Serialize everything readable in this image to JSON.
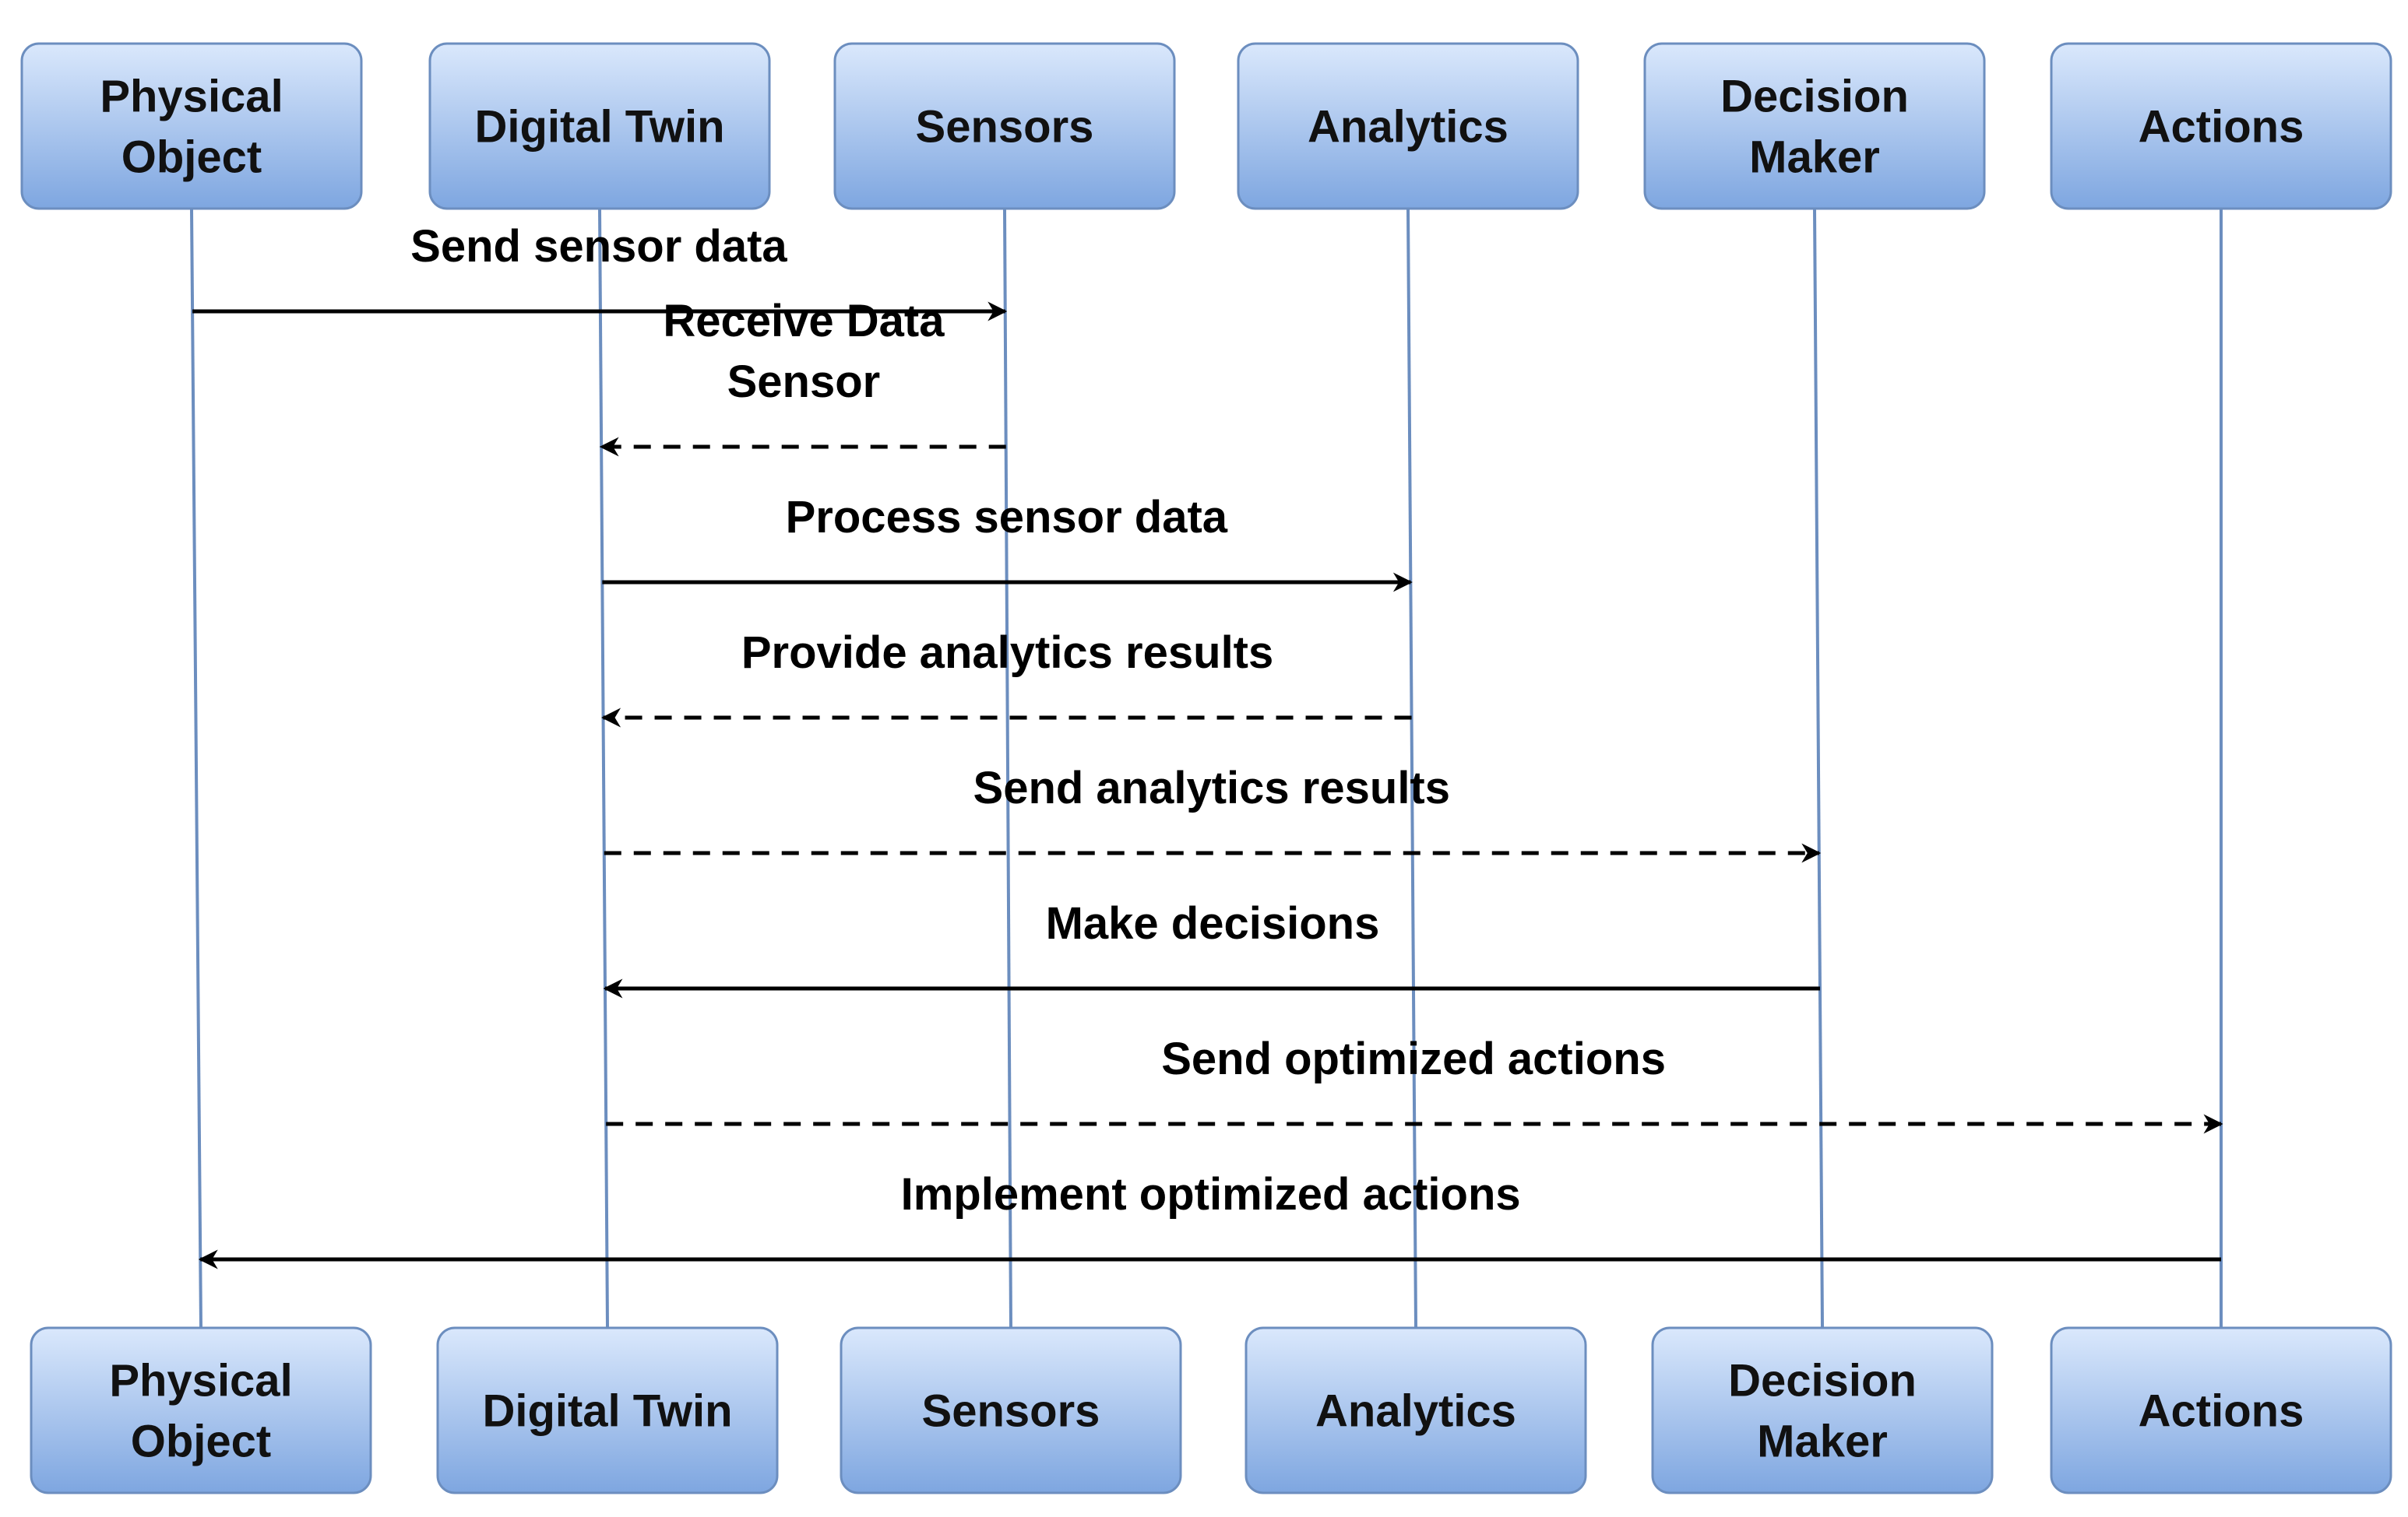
{
  "participants": [
    {
      "id": "physical-object",
      "lines": [
        "Physical",
        "Object"
      ]
    },
    {
      "id": "digital-twin",
      "lines": [
        "Digital Twin"
      ]
    },
    {
      "id": "sensors",
      "lines": [
        "Sensors"
      ]
    },
    {
      "id": "analytics",
      "lines": [
        "Analytics"
      ]
    },
    {
      "id": "decision-maker",
      "lines": [
        "Decision",
        "Maker"
      ]
    },
    {
      "id": "actions",
      "lines": [
        "Actions"
      ]
    }
  ],
  "messages": [
    {
      "from": 0,
      "to": 2,
      "style": "solid",
      "lines": [
        "Send sensor data"
      ]
    },
    {
      "from": 2,
      "to": 1,
      "style": "dashed",
      "lines": [
        "Receive Data",
        "Sensor"
      ]
    },
    {
      "from": 1,
      "to": 3,
      "style": "solid",
      "lines": [
        "Process sensor data"
      ]
    },
    {
      "from": 3,
      "to": 1,
      "style": "dashed",
      "lines": [
        "Provide analytics results"
      ]
    },
    {
      "from": 1,
      "to": 4,
      "style": "dashed",
      "lines": [
        "Send analytics results"
      ]
    },
    {
      "from": 4,
      "to": 1,
      "style": "solid",
      "lines": [
        "Make decisions"
      ]
    },
    {
      "from": 1,
      "to": 5,
      "style": "dashed",
      "lines": [
        "Send optimized actions"
      ]
    },
    {
      "from": 5,
      "to": 0,
      "style": "solid",
      "lines": [
        "Implement optimized actions"
      ]
    }
  ],
  "colors": {
    "box_top": "#dae8fc",
    "box_bottom": "#7ea6e0",
    "box_border": "#6c8ebf",
    "lifeline": "#6c8ebf",
    "arrow": "#000000"
  }
}
